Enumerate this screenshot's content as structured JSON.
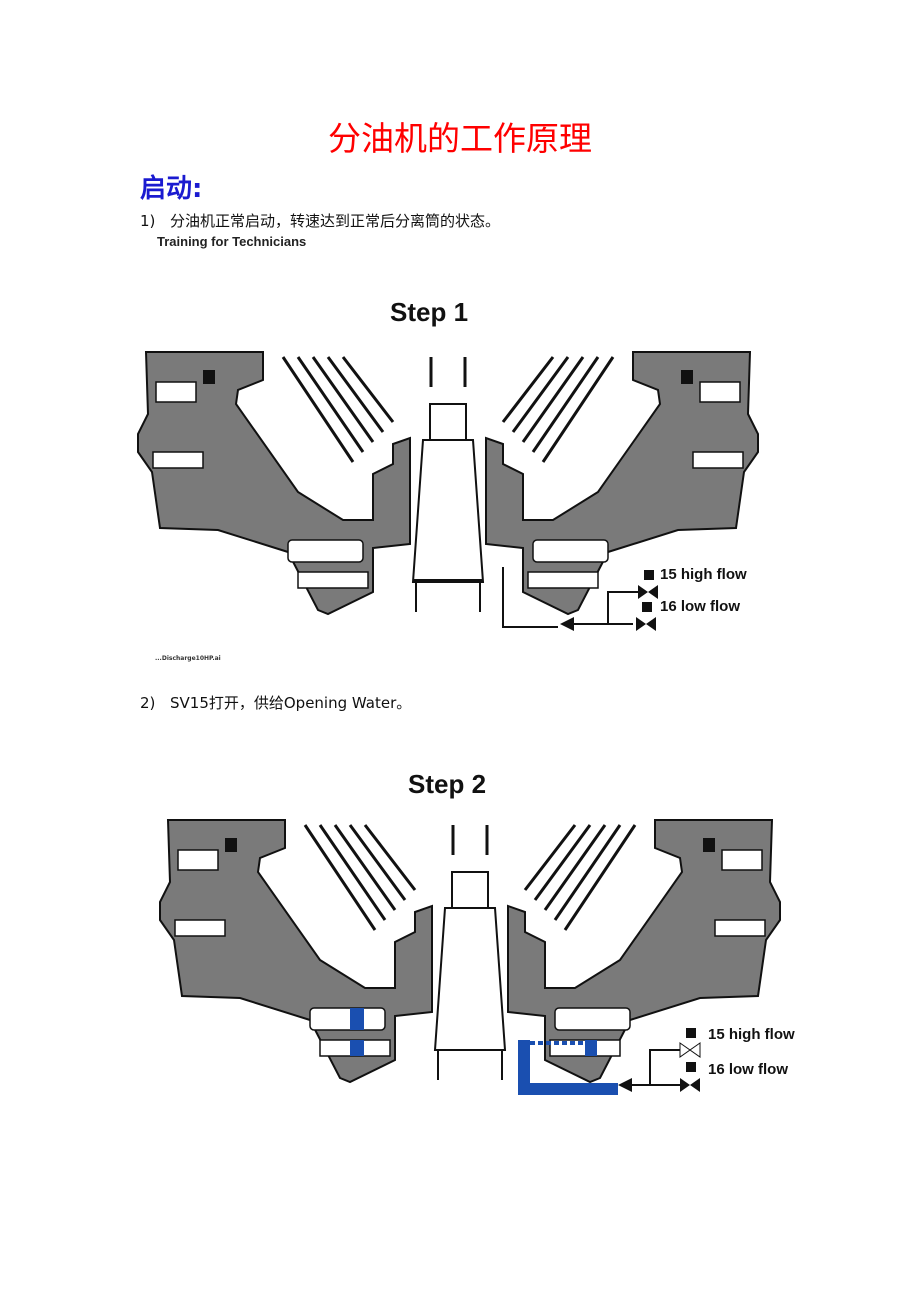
{
  "title": "分油机的工作原理",
  "section_heading": "启动:",
  "steps": [
    {
      "num": "1)",
      "text": "分油机正常启动，转速达到正常后分离筒的状态。"
    },
    {
      "num": "2)",
      "text": "SV15打开，供给Opening Water。"
    }
  ],
  "figure1": {
    "caption_top": "Training for Technicians",
    "step_title": "Step 1",
    "valve_high": "15  high flow",
    "valve_low": "16  low flow",
    "filename": "...Discharge10HP.ai"
  },
  "figure2": {
    "step_title": "Step 2",
    "valve_high": "15  high flow",
    "valve_low": "16  low flow",
    "water_color": "#1a4fb0"
  },
  "colors": {
    "title": "#ff0000",
    "heading": "#1a1ad0",
    "metal": "#7a7a7a"
  }
}
